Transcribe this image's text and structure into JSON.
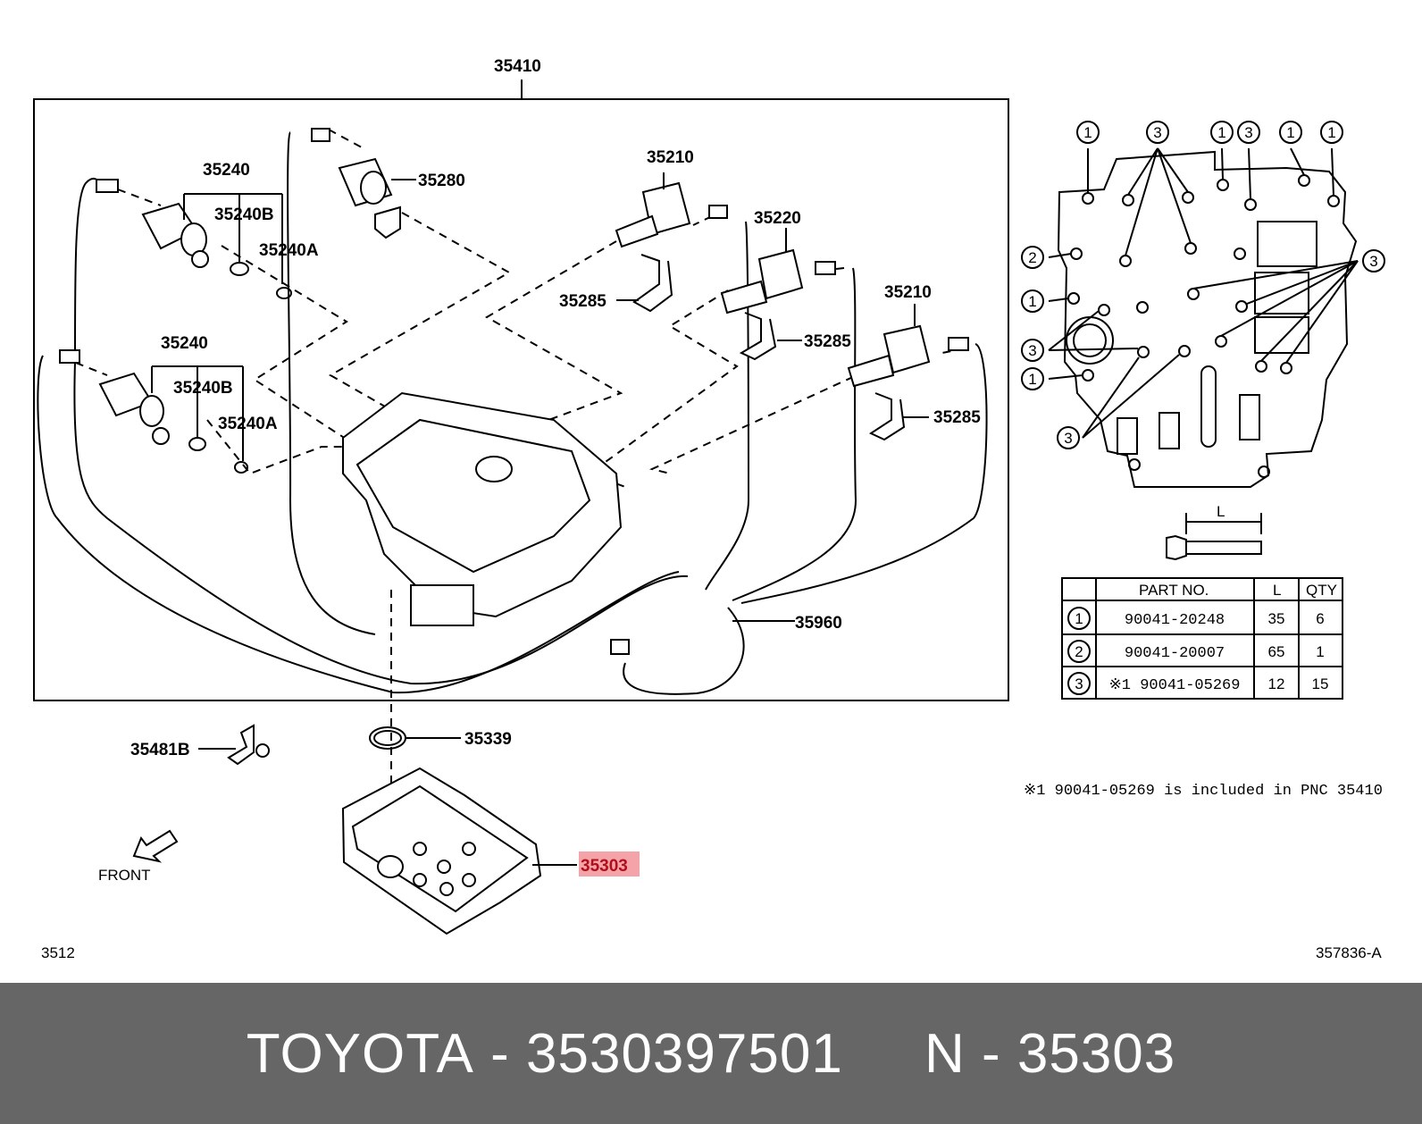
{
  "diagram": {
    "assembly_label": "35410",
    "left_labels": {
      "sol_upper": "35240",
      "oring_b_upper": "35240B",
      "oring_a_upper": "35240A",
      "sol_lower": "35240",
      "oring_b_lower": "35240B",
      "oring_a_lower": "35240A",
      "sol_35280": "35280",
      "sol_35210_top": "35210",
      "clip_35285_a": "35285",
      "sol_35220": "35220",
      "clip_35285_b": "35285",
      "sol_35210_right": "35210",
      "clip_35285_c": "35285",
      "harness": "35960",
      "gasket": "35339",
      "bracket": "35481B",
      "strainer": "35303",
      "front": "FRONT"
    },
    "bolt_map": {
      "markers": [
        "1",
        "3",
        "1",
        "3",
        "1",
        "1",
        "2",
        "3",
        "1",
        "3",
        "1",
        "3"
      ]
    },
    "bolt_dim": "L",
    "table": {
      "headers": [
        "PART NO.",
        "L",
        "QTY"
      ],
      "rows": [
        {
          "key": "1",
          "part": "90041-20248",
          "l": "35",
          "qty": "6"
        },
        {
          "key": "2",
          "part": "90041-20007",
          "l": "65",
          "qty": "1"
        },
        {
          "key": "3",
          "part": "※1 90041-05269",
          "l": "12",
          "qty": "15"
        }
      ]
    },
    "note": "※1  90041-05269 is included in PNC 35410",
    "page_code": "3512",
    "ref_code": "357836-A"
  },
  "colors": {
    "highlight_fill": "#f4a3a8",
    "highlight_text": "#b0101a",
    "footer_bg": "#666666"
  },
  "footer": {
    "brand": "TOYOTA",
    "sep1": " - ",
    "part_number": "3530397501",
    "gap": "     ",
    "pnc_prefix": "N",
    "sep2": " - ",
    "pnc": "35303"
  }
}
